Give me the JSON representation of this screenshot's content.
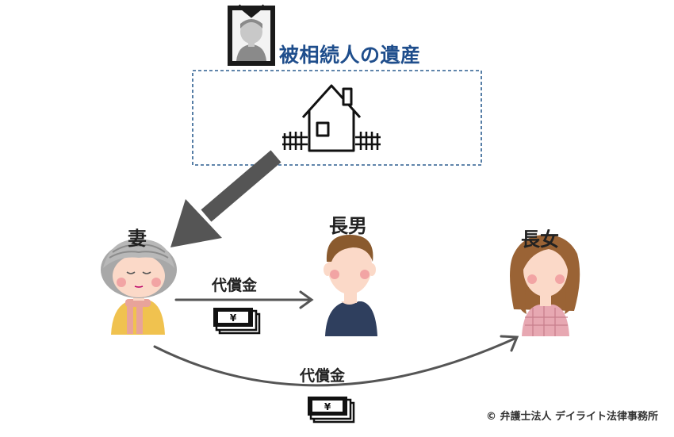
{
  "estate": {
    "title": "被相続人の遺産"
  },
  "people": {
    "wife": "妻",
    "eldest_son": "長男",
    "eldest_daughter": "長女"
  },
  "flows": {
    "payment_to_son": "代償金",
    "payment_to_daughter": "代償金",
    "currency_symbol": "¥"
  },
  "footer": {
    "copyright": "© 弁護士法人 デイライト法律事務所"
  },
  "colors": {
    "title": "#1f4e8c",
    "dashed_box": "#2b5d8f",
    "arrow": "#555555",
    "skin": "#fbd9c8",
    "cheek": "#f2a4a4"
  }
}
